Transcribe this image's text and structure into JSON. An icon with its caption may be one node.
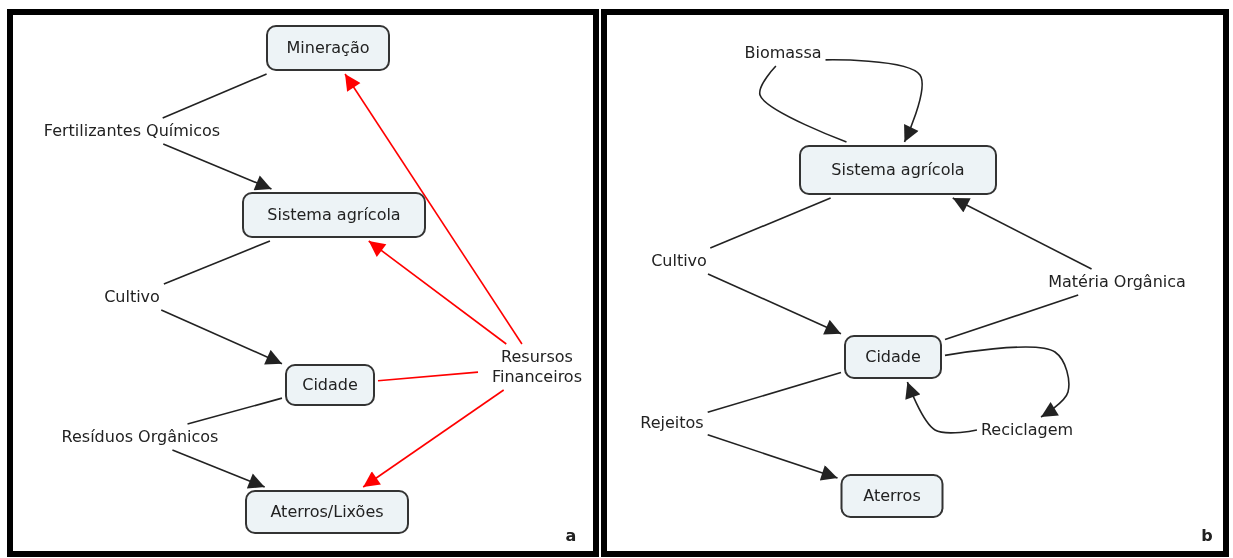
{
  "diagram": {
    "nodes": [
      {
        "text": [
          "Mineração"
        ]
      },
      {
        "text": [
          "Fertilizantes Químicos"
        ]
      },
      {
        "text": [
          "Sistema agrícola"
        ]
      },
      {
        "text": [
          "Cultivo"
        ]
      },
      {
        "text": [
          "Cidade"
        ]
      },
      {
        "text": [
          "Resíduos Orgânicos"
        ]
      },
      {
        "text": [
          "Aterros/Lixões"
        ]
      },
      {
        "text": [
          "Resursos Financeiros"
        ]
      },
      {
        "text": [
          "Biomassa"
        ]
      },
      {
        "text": [
          "Sistema agrícola"
        ]
      },
      {
        "text": [
          "Cultivo"
        ]
      },
      {
        "text": [
          "Matéria Orgânica"
        ]
      },
      {
        "text": [
          "Cidade"
        ]
      },
      {
        "text": [
          "Rejeitos"
        ]
      },
      {
        "text": [
          "Reciclagem"
        ]
      },
      {
        "text": [
          "Aterros"
        ]
      }
    ],
    "edges": [
      {
        "from": 0,
        "to": 1,
        "arrow": "none"
      },
      {
        "from": 1,
        "to": 2,
        "arrow": "to"
      },
      {
        "from": 2,
        "to": 3,
        "arrow": "none"
      },
      {
        "from": 3,
        "to": 4,
        "arrow": "to"
      },
      {
        "from": 4,
        "to": 5,
        "arrow": "none"
      },
      {
        "from": 5,
        "to": 6,
        "arrow": "to"
      },
      {
        "from": 7,
        "to": 0,
        "arrow": "to",
        "color": "#ff0000"
      },
      {
        "from": 7,
        "to": 2,
        "arrow": "to",
        "color": "#ff0000"
      },
      {
        "from": 4,
        "to": 7,
        "arrow": "none",
        "color": "#ff0000"
      },
      {
        "from": 7,
        "to": 6,
        "arrow": "to",
        "color": "#ff0000"
      },
      {
        "from": 9,
        "to": 8,
        "arrow": "none"
      },
      {
        "from": 8,
        "to": 9,
        "arrow": "to"
      },
      {
        "from": 9,
        "to": 10,
        "arrow": "none"
      },
      {
        "from": 10,
        "to": 12,
        "arrow": "to"
      },
      {
        "from": 12,
        "to": 11,
        "arrow": "none"
      },
      {
        "from": 11,
        "to": 9,
        "arrow": "to"
      },
      {
        "from": 12,
        "to": 14,
        "arrow": "to"
      },
      {
        "from": 14,
        "to": 12,
        "arrow": "to"
      },
      {
        "from": 12,
        "to": 13,
        "arrow": "none"
      },
      {
        "from": 13,
        "to": 15,
        "arrow": "to"
      }
    ],
    "labels": [
      "a",
      "b"
    ]
  }
}
